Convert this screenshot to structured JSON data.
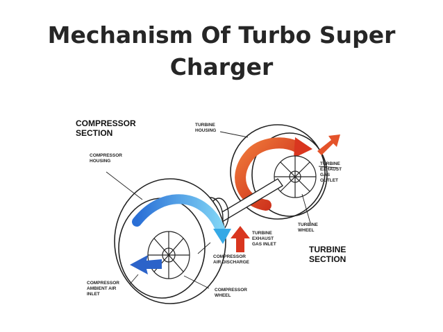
{
  "slide": {
    "title_line1": "Mechanism Of Turbo Super",
    "title_line2": "Charger"
  },
  "diagram": {
    "compressor_section": [
      "COMPRESSOR",
      "SECTION"
    ],
    "compressor_housing": [
      "COMPRESSOR",
      "HOUSING"
    ],
    "turbine_housing": [
      "TURBINE",
      "HOUSING"
    ],
    "turbine_exhaust_outlet": [
      "TURBINE",
      "EXHAUST",
      "GAS",
      "OUTLET"
    ],
    "turbine_wheel": [
      "TURBINE",
      "WHEEL"
    ],
    "turbine_exhaust_inlet": [
      "TURBINE",
      "EXHAUST",
      "GAS INLET"
    ],
    "compressor_air_discharge": [
      "COMPRESSOR",
      "AIR DISCHARGE"
    ],
    "turbine_section": [
      "TURBINE",
      "SECTION"
    ],
    "compressor_ambient_inlet": [
      "COMPRESSOR",
      "AMBIENT AIR",
      "INLET"
    ],
    "compressor_wheel": [
      "COMPRESSOR",
      "WHEEL"
    ],
    "colors": {
      "hot_gas": "#d9361f",
      "cold_air": "#35a9e6",
      "outline": "#222222"
    }
  }
}
